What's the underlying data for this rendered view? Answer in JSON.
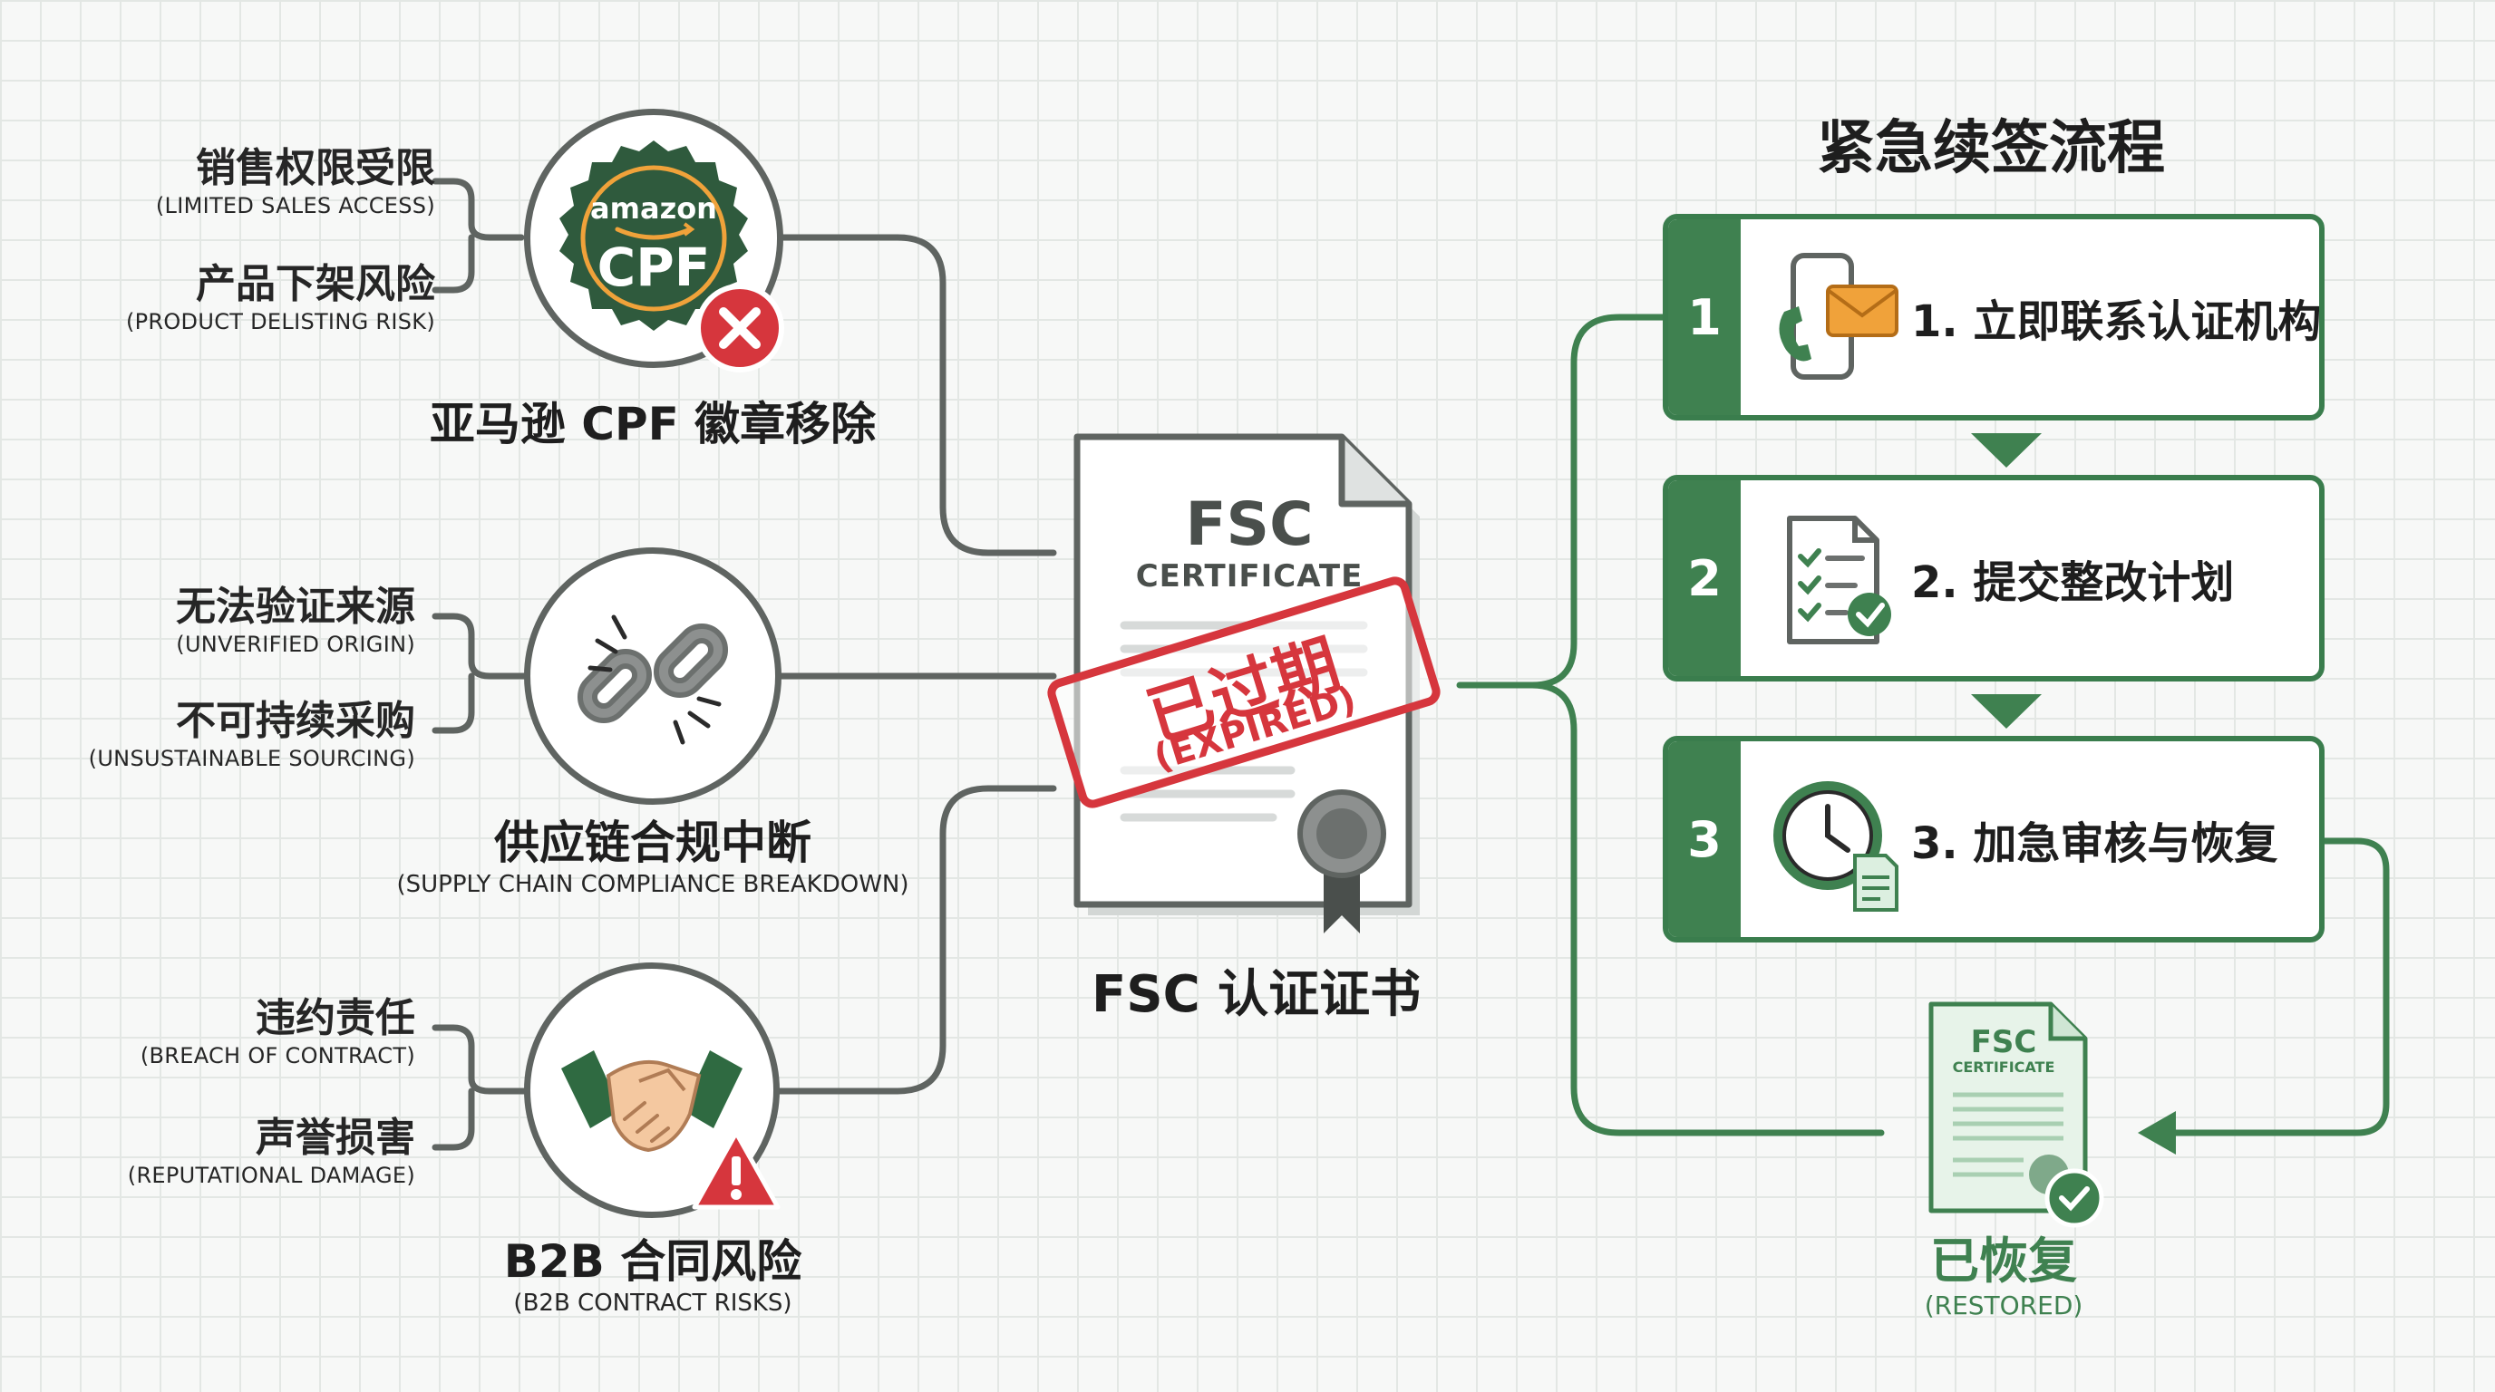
{
  "left": {
    "amazon": {
      "title": "亚马逊 CPF 徽章移除",
      "badge_brand": "amazon",
      "badge_text": "CPF",
      "risks": [
        {
          "zh": "销售权限受限",
          "en": "(LIMITED SALES ACCESS)"
        },
        {
          "zh": "产品下架风险",
          "en": "(PRODUCT DELISTING RISK)"
        }
      ]
    },
    "supply": {
      "title": "供应链合规中断",
      "subtitle": "(SUPPLY CHAIN COMPLIANCE BREAKDOWN)",
      "risks": [
        {
          "zh": "无法验证来源",
          "en": "(UNVERIFIED ORIGIN)"
        },
        {
          "zh": "不可持续采购",
          "en": "(UNSUSTAINABLE SOURCING)"
        }
      ]
    },
    "b2b": {
      "title": "B2B 合同风险",
      "subtitle": "(B2B CONTRACT RISKS)",
      "risks": [
        {
          "zh": "违约责任",
          "en": "(BREACH OF CONTRACT)"
        },
        {
          "zh": "声誉损害",
          "en": "(REPUTATIONAL DAMAGE)"
        }
      ]
    }
  },
  "center": {
    "doc_title": "FSC",
    "doc_subtitle": "CERTIFICATE",
    "stamp_zh": "已过期",
    "stamp_en": "(EXPIRED)",
    "caption": "FSC 认证证书"
  },
  "right": {
    "title": "紧急续签流程",
    "steps": [
      {
        "num": "1",
        "label": "1. 立即联系认证机构",
        "icon": "phone-mail-icon"
      },
      {
        "num": "2",
        "label": "2. 提交整改计划",
        "icon": "checklist-icon"
      },
      {
        "num": "3",
        "label": "3. 加急审核与恢复",
        "icon": "clock-document-icon"
      }
    ],
    "restored_doc_title": "FSC",
    "restored_doc_subtitle": "CERTIFICATE",
    "restored_zh": "已恢复",
    "restored_en": "(RESTORED)"
  },
  "colors": {
    "line": "#5f6461",
    "green": "#3f8150",
    "red": "#d6363d",
    "amazon_badge": "#2f5a3d",
    "amazon_orange": "#f0a23a"
  }
}
